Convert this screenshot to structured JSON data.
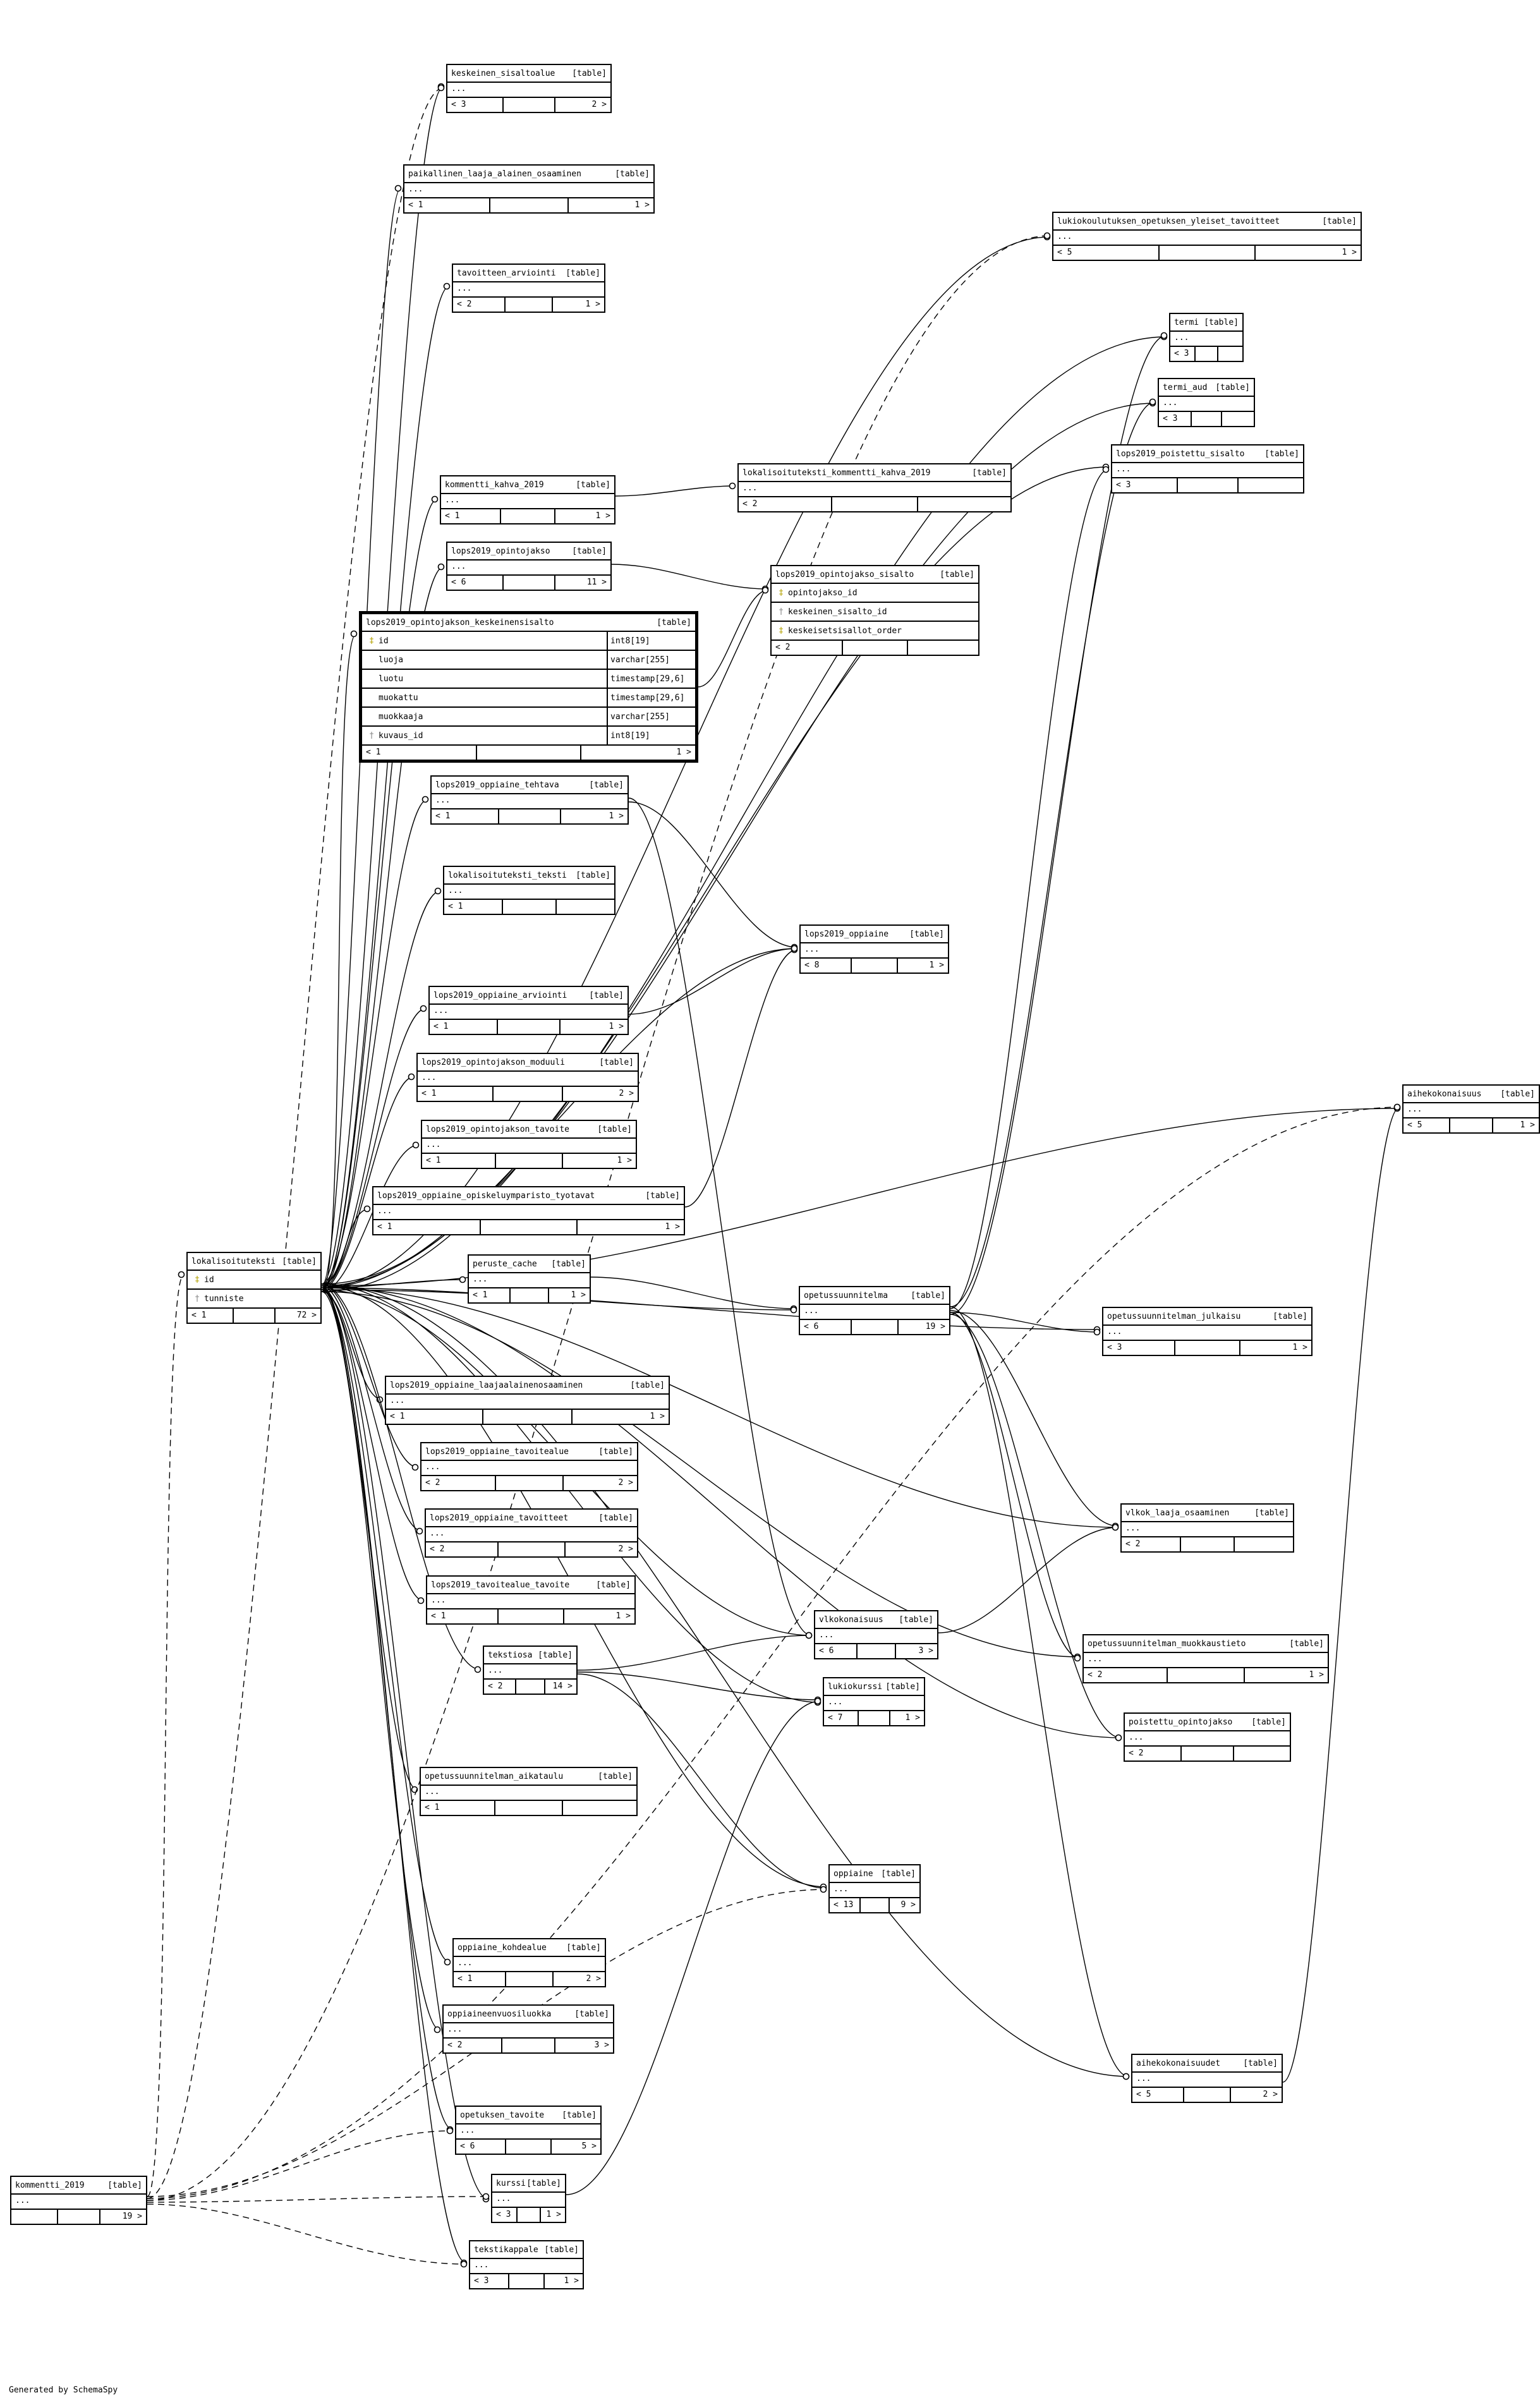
{
  "diagram": {
    "footer_note": "Generated by SchemaSpy",
    "table_tag": "[table]",
    "ellipsis": "...",
    "tables": {
      "keskeinen_sisaltoalue": {
        "name": "keskeinen_sisaltoalue",
        "left": "< 3",
        "right": "2 >"
      },
      "paikallinen_laaja_alainen_osaaminen": {
        "name": "paikallinen_laaja_alainen_osaaminen",
        "left": "< 1",
        "right": "1 >"
      },
      "lukiokoulutuksen_opetuksen_yleiset_tavoitteet": {
        "name": "lukiokoulutuksen_opetuksen_yleiset_tavoitteet",
        "left": "< 5",
        "right": "1 >"
      },
      "tavoitteen_arviointi": {
        "name": "tavoitteen_arviointi",
        "left": "< 2",
        "right": "1 >"
      },
      "termi": {
        "name": "termi",
        "left": "< 3",
        "right": ""
      },
      "termi_aud": {
        "name": "termi_aud",
        "left": "< 3",
        "right": ""
      },
      "lops2019_poistettu_sisalto": {
        "name": "lops2019_poistettu_sisalto",
        "left": "< 3",
        "right": ""
      },
      "kommentti_kahva_2019": {
        "name": "kommentti_kahva_2019",
        "left": "< 1",
        "right": "1 >"
      },
      "lokalisoituteksti_kommentti_kahva_2019": {
        "name": "lokalisoituteksti_kommentti_kahva_2019",
        "left": "< 2",
        "right": ""
      },
      "lops2019_opintojakso": {
        "name": "lops2019_opintojakso",
        "left": "< 6",
        "right": "11 >"
      },
      "lops2019_opintojakso_sisalto": {
        "name": "lops2019_opintojakso_sisalto",
        "left": "< 2",
        "right": "",
        "columns": [
          {
            "key": "pk",
            "name": "opintojakso_id"
          },
          {
            "key": "fk",
            "name": "keskeinen_sisalto_id"
          },
          {
            "key": "pk",
            "name": "keskeisetsisallot_order"
          }
        ]
      },
      "lops2019_opintojakson_keskeinensisalto": {
        "name": "lops2019_opintojakson_keskeinensisalto",
        "left": "< 1",
        "right": "1 >",
        "columns": [
          {
            "key": "pk",
            "name": "id",
            "type": "int8[19]"
          },
          {
            "key": "",
            "name": "luoja",
            "type": "varchar[255]"
          },
          {
            "key": "",
            "name": "luotu",
            "type": "timestamp[29,6]"
          },
          {
            "key": "",
            "name": "muokattu",
            "type": "timestamp[29,6]"
          },
          {
            "key": "",
            "name": "muokkaaja",
            "type": "varchar[255]"
          },
          {
            "key": "fk",
            "name": "kuvaus_id",
            "type": "int8[19]"
          }
        ]
      },
      "lops2019_oppiaine_tehtava": {
        "name": "lops2019_oppiaine_tehtava",
        "left": "< 1",
        "right": "1 >"
      },
      "lokalisoituteksti_teksti": {
        "name": "lokalisoituteksti_teksti",
        "left": "< 1",
        "right": ""
      },
      "lops2019_oppiaine": {
        "name": "lops2019_oppiaine",
        "left": "< 8",
        "right": "1 >"
      },
      "lops2019_oppiaine_arviointi": {
        "name": "lops2019_oppiaine_arviointi",
        "left": "< 1",
        "right": "1 >"
      },
      "lops2019_opintojakson_moduuli": {
        "name": "lops2019_opintojakson_moduuli",
        "left": "< 1",
        "right": "2 >"
      },
      "lops2019_opintojakson_tavoite": {
        "name": "lops2019_opintojakson_tavoite",
        "left": "< 1",
        "right": "1 >"
      },
      "lops2019_oppiaine_opiskeluymparisto_tyotavat": {
        "name": "lops2019_oppiaine_opiskeluymparisto_tyotavat",
        "left": "< 1",
        "right": "1 >"
      },
      "aihekokonaisuus": {
        "name": "aihekokonaisuus",
        "left": "< 5",
        "right": "1 >"
      },
      "lokalisoituteksti": {
        "name": "lokalisoituteksti",
        "left": "< 1",
        "right": "72 >",
        "columns": [
          {
            "key": "pk",
            "name": "id"
          },
          {
            "key": "fk",
            "name": "tunniste"
          }
        ]
      },
      "peruste_cache": {
        "name": "peruste_cache",
        "left": "< 1",
        "right": "1 >"
      },
      "opetussuunnitelma": {
        "name": "opetussuunnitelma",
        "left": "< 6",
        "right": "19 >"
      },
      "opetussuunnitelman_julkaisu": {
        "name": "opetussuunnitelman_julkaisu",
        "left": "< 3",
        "right": "1 >"
      },
      "lops2019_oppiaine_laajaalainenosaaminen": {
        "name": "lops2019_oppiaine_laajaalainenosaaminen",
        "left": "< 1",
        "right": "1 >"
      },
      "lops2019_oppiaine_tavoitealue": {
        "name": "lops2019_oppiaine_tavoitealue",
        "left": "< 2",
        "right": "2 >"
      },
      "lops2019_oppiaine_tavoitteet": {
        "name": "lops2019_oppiaine_tavoitteet",
        "left": "< 2",
        "right": "2 >"
      },
      "vlkok_laaja_osaaminen": {
        "name": "vlkok_laaja_osaaminen",
        "left": "< 2",
        "right": ""
      },
      "lops2019_tavoitealue_tavoite": {
        "name": "lops2019_tavoitealue_tavoite",
        "left": "< 1",
        "right": "1 >"
      },
      "vlkokonaisuus": {
        "name": "vlkokonaisuus",
        "left": "< 6",
        "right": "3 >"
      },
      "opetussuunnitelman_muokkaustieto": {
        "name": "opetussuunnitelman_muokkaustieto",
        "left": "< 2",
        "right": "1 >"
      },
      "tekstiosa": {
        "name": "tekstiosa",
        "left": "< 2",
        "right": "14 >"
      },
      "lukiokurssi": {
        "name": "lukiokurssi",
        "left": "< 7",
        "right": "1 >"
      },
      "poistettu_opintojakso": {
        "name": "poistettu_opintojakso",
        "left": "< 2",
        "right": ""
      },
      "opetussuunnitelman_aikataulu": {
        "name": "opetussuunnitelman_aikataulu",
        "left": "< 1",
        "right": ""
      },
      "oppiaine": {
        "name": "oppiaine",
        "left": "< 13",
        "right": "9 >"
      },
      "oppiaine_kohdealue": {
        "name": "oppiaine_kohdealue",
        "left": "< 1",
        "right": "2 >"
      },
      "oppiaineenvuosiluokka": {
        "name": "oppiaineenvuosiluokka",
        "left": "< 2",
        "right": "3 >"
      },
      "aihekokonaisuudet": {
        "name": "aihekokonaisuudet",
        "left": "< 5",
        "right": "2 >"
      },
      "opetuksen_tavoite": {
        "name": "opetuksen_tavoite",
        "left": "< 6",
        "right": "5 >"
      },
      "kommentti_2019": {
        "name": "kommentti_2019",
        "left": "",
        "right": "19 >"
      },
      "kurssi": {
        "name": "kurssi",
        "left": "< 3",
        "right": "1 >"
      },
      "tekstikappale": {
        "name": "tekstikappale",
        "left": "< 3",
        "right": "1 >"
      }
    }
  }
}
